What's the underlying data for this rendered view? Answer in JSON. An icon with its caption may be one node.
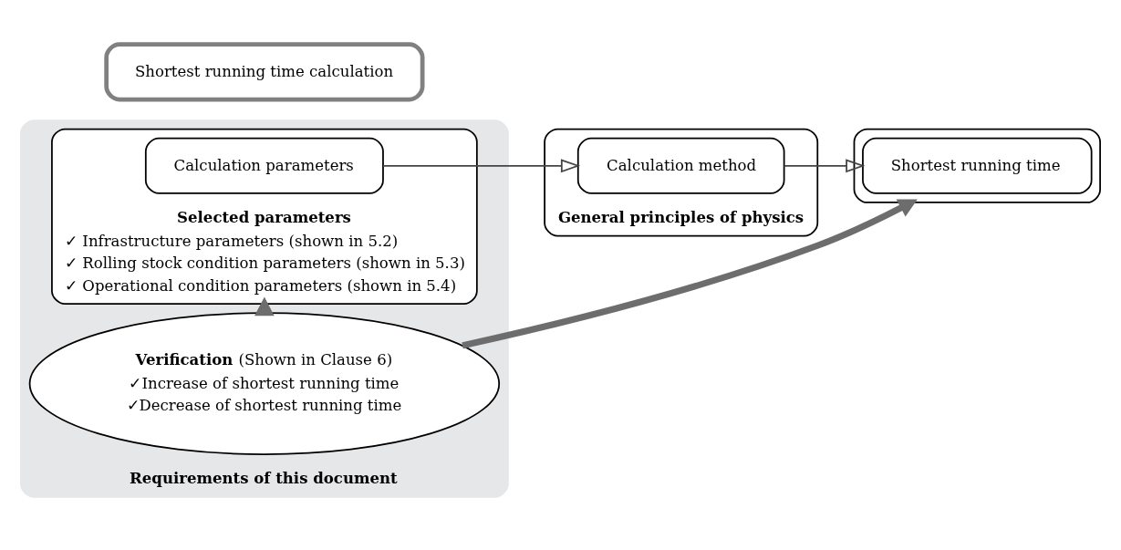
{
  "diagram": {
    "nodes": [
      {
        "text": [
          "Requirements of this document"
        ]
      },
      {
        "text": [
          "Shortest running time calculation"
        ]
      },
      {
        "text": [
          "Selected parameters",
          "✓ Infrastructure parameters (shown in 5.2)",
          "✓ Rolling stock condition parameters (shown in 5.3)",
          "✓ Operational condition parameters (shown in 5.4)"
        ],
        "in": 0
      },
      {
        "text": [
          "Calculation parameters"
        ],
        "in": 2
      },
      {
        "text": [
          "General principles of physics"
        ]
      },
      {
        "text": [
          "Calculation method"
        ],
        "in": 4
      },
      {
        "text": [],
        "shape": "box"
      },
      {
        "text": [
          "Shortest running time"
        ],
        "in": 6
      },
      {
        "text": [
          "**Verification** (Shown in Clause 6)",
          "✓Increase of shortest running time",
          "✓Decrease of shortest running time"
        ],
        "in": 0
      }
    ],
    "edges": [
      {
        "from": 3,
        "to": 5,
        "arrow": "to"
      },
      {
        "from": 5,
        "to": 7,
        "arrow": "to"
      },
      {
        "from": 8,
        "to": 6,
        "arrow": "to",
        "style": "thick",
        "color": "#6d6d6d"
      },
      {
        "from": 8,
        "to": 2,
        "arrow": "to",
        "style": "thick",
        "color": "#6d6d6d"
      }
    ]
  }
}
